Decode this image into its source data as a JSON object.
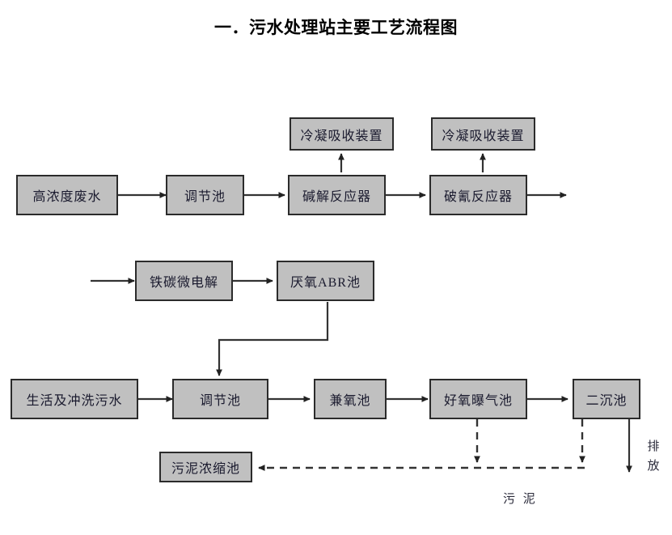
{
  "page": {
    "title": "一．污水处理站主要工艺流程图",
    "background_color": "#ffffff",
    "node_fill_color": "#c0c0c0",
    "node_border_color": "#2b2b2b",
    "line_color": "#333333"
  },
  "diagram": {
    "type": "process-flow-diagram",
    "rows": [
      {
        "name": "high-concentration-wastewater-line",
        "nodes": [
          {
            "id": "high-conc-wastewater",
            "label": "高浓度废水"
          },
          {
            "id": "regulating-tank-1",
            "label": "调节池"
          },
          {
            "id": "alkaline-hydrolysis-reactor",
            "label": "碱解反应器"
          },
          {
            "id": "cyanide-breaking-reactor",
            "label": "破氰反应器"
          }
        ],
        "offgas_nodes": [
          {
            "id": "condensation-absorber-1",
            "label": "冷凝吸收装置"
          },
          {
            "id": "condensation-absorber-2",
            "label": "冷凝吸收装置"
          }
        ]
      },
      {
        "name": "anaerobic-pretreatment-line",
        "nodes": [
          {
            "id": "iron-carbon-microelectrolysis",
            "label": "铁碳微电解"
          },
          {
            "id": "anaerobic-abr-tank",
            "label": "厌氧ABR池"
          }
        ]
      },
      {
        "name": "biological-treatment-line",
        "nodes": [
          {
            "id": "domestic-and-washing-sewage",
            "label": "生活及冲洗污水"
          },
          {
            "id": "regulating-tank-2",
            "label": "调节池"
          },
          {
            "id": "facultative-tank",
            "label": "兼氧池"
          },
          {
            "id": "aerobic-aeration-tank",
            "label": "好氧曝气池"
          },
          {
            "id": "secondary-settling-tank",
            "label": "二沉池"
          }
        ]
      },
      {
        "name": "sludge-line",
        "nodes": [
          {
            "id": "sludge-thickening-tank",
            "label": "污泥浓缩池"
          }
        ]
      }
    ],
    "annotations": [
      {
        "id": "sludge-label",
        "label": "污 泥"
      },
      {
        "id": "discharge-label",
        "label": "排放"
      }
    ]
  }
}
